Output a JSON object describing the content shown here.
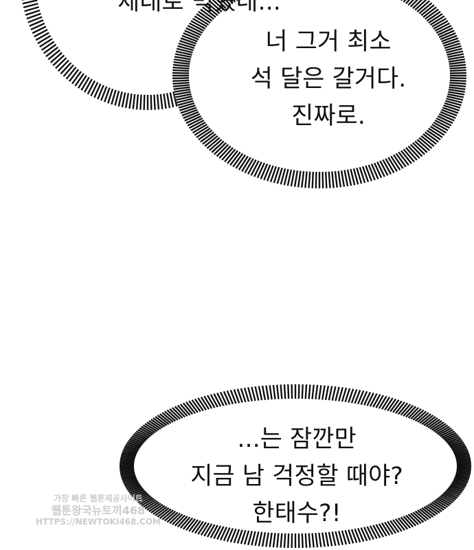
{
  "bubbles": [
    {
      "id": "top-left",
      "lines": [
        "제대로 먹혔네..."
      ]
    },
    {
      "id": "top-right",
      "lines": [
        "너 그거 최소",
        "석 달은 갈거다.",
        "진짜로."
      ]
    },
    {
      "id": "bottom",
      "lines": [
        "...는 잠깐만",
        "지금 남 걱정할 때야?",
        "한태수?!"
      ]
    }
  ],
  "watermark": {
    "line1": "가장 빠른 웹툰제공사이트",
    "line2": "웹툰왕국뉴토끼468",
    "line3": "HTTPS://NEWTOKI468.COM"
  },
  "colors": {
    "ink": "#111111",
    "background": "#ffffff"
  }
}
